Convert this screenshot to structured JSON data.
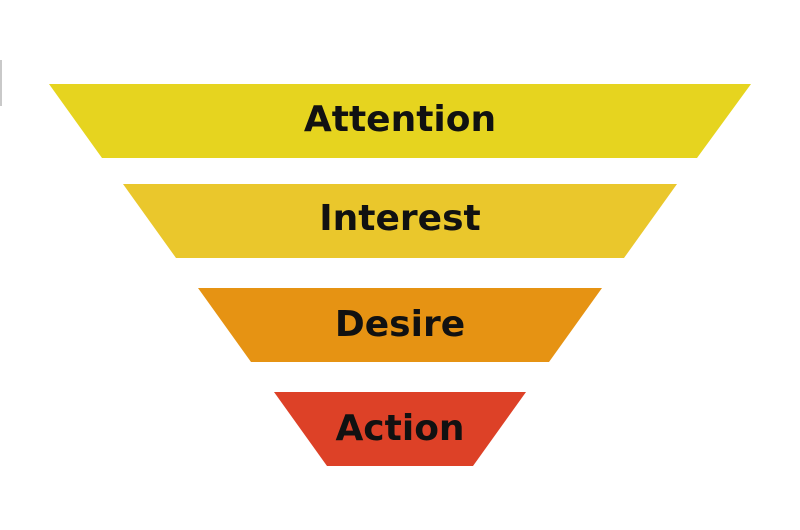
{
  "funnel": {
    "stages": [
      {
        "label": "Attention",
        "color": "#E6D41F"
      },
      {
        "label": "Interest",
        "color": "#EAC72C"
      },
      {
        "label": "Desire",
        "color": "#E69313"
      },
      {
        "label": "Action",
        "color": "#DD4127"
      }
    ]
  }
}
